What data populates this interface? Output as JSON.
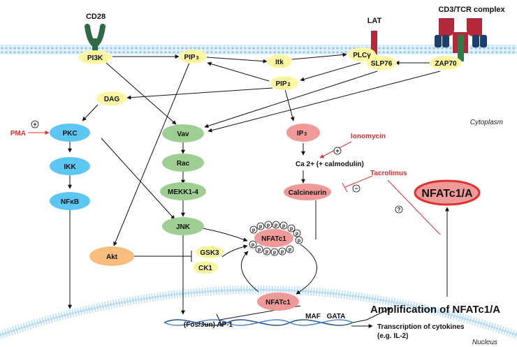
{
  "receptors": {
    "cd28": "CD28",
    "lat": "LAT",
    "cd3_tcr": "CD3/TCR complex"
  },
  "nodes": {
    "pi3k": "PI3K",
    "pip3": "PIP",
    "pip3_sub": "3",
    "itk": "Itk",
    "plcg": "PLCγ",
    "slp76": "SLP76",
    "zap70": "ZAP70",
    "pip2": "PIP",
    "pip2_sub": "2",
    "dag": "DAG",
    "ip3": "IP",
    "ip3_sub": "3",
    "pkc": "PKC",
    "ikk": "IKK",
    "nfkb": "NFκB",
    "vav": "Vav",
    "rac": "Rac",
    "mekk": "MEKK1-4",
    "jnk": "JNK",
    "akt": "Akt",
    "gsk3": "GSK3",
    "ck1": "CK1",
    "calcineurin": "Calcineurin",
    "nfatc1_p": "NFATc1",
    "nfatc1_nuc": "NFATc1",
    "nfatc1a": "NFATc1/A"
  },
  "labels": {
    "pma": "PMA",
    "ionomycin": "Ionomycin",
    "tacrolimus": "Tacrolimus",
    "ca": "Ca 2+ (+ calmodulin)",
    "plus": "+",
    "minus": "−",
    "question": "?",
    "phospho": "p",
    "cytoplasm": "Cytoplasm",
    "nucleus": "Nucleus",
    "ap1": "(Fos/Jun) AP-1",
    "maf": "MAF",
    "gata": "GATA",
    "amplification": "Amplification of NFATc1/A",
    "transcription_line1": "Transcription of cytokines",
    "transcription_line2": "(e.g. IL-2)"
  },
  "colors": {
    "yellow_node": "#fdf6a3",
    "blue_node": "#5bc7f2",
    "green_node": "#9fce92",
    "orange_node": "#f9be7d",
    "red_node": "#f09999",
    "inhibitor_red": "#e03030",
    "membrane": "#b9def2",
    "cd28_green": "#2f6a46",
    "tcr_red": "#b22a3a",
    "tcr_blue": "#1d3f6e"
  }
}
